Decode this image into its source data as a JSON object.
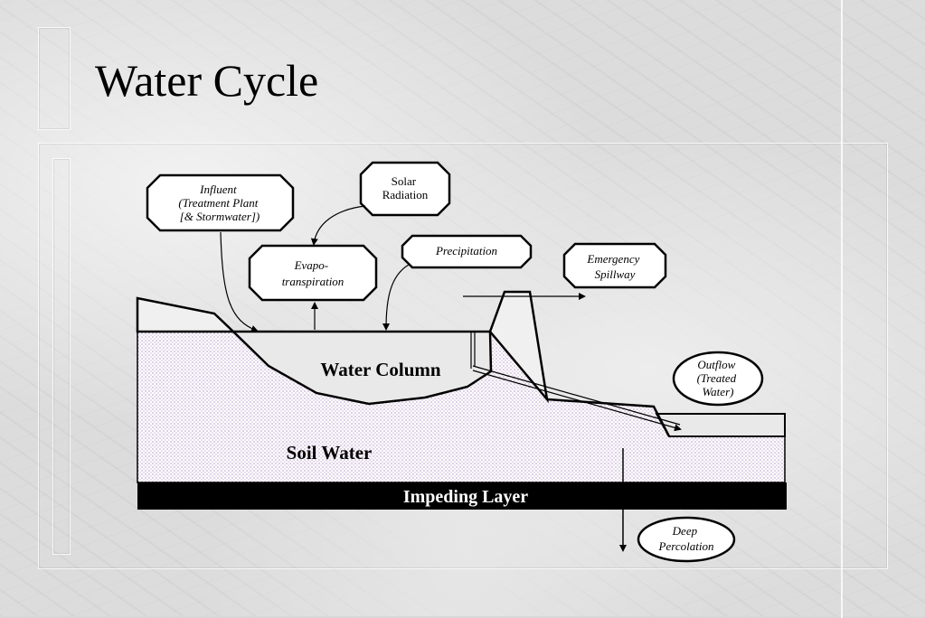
{
  "slide": {
    "title": "Water Cycle"
  },
  "diagram": {
    "influent": [
      "Influent",
      "(Treatment Plant",
      "[& Stormwater])"
    ],
    "solar": [
      "Solar",
      "Radiation"
    ],
    "evapo": [
      "Evapo-",
      "transpiration"
    ],
    "precipitation": "Precipitation",
    "spillway": [
      "Emergency",
      "Spillway"
    ],
    "outflow": [
      "Outflow",
      "(Treated",
      "Water)"
    ],
    "water_column": "Water Column",
    "soil_water": "Soil Water",
    "impeding_layer": "Impeding Layer",
    "deep_percolation": [
      "Deep",
      "Percolation"
    ]
  }
}
